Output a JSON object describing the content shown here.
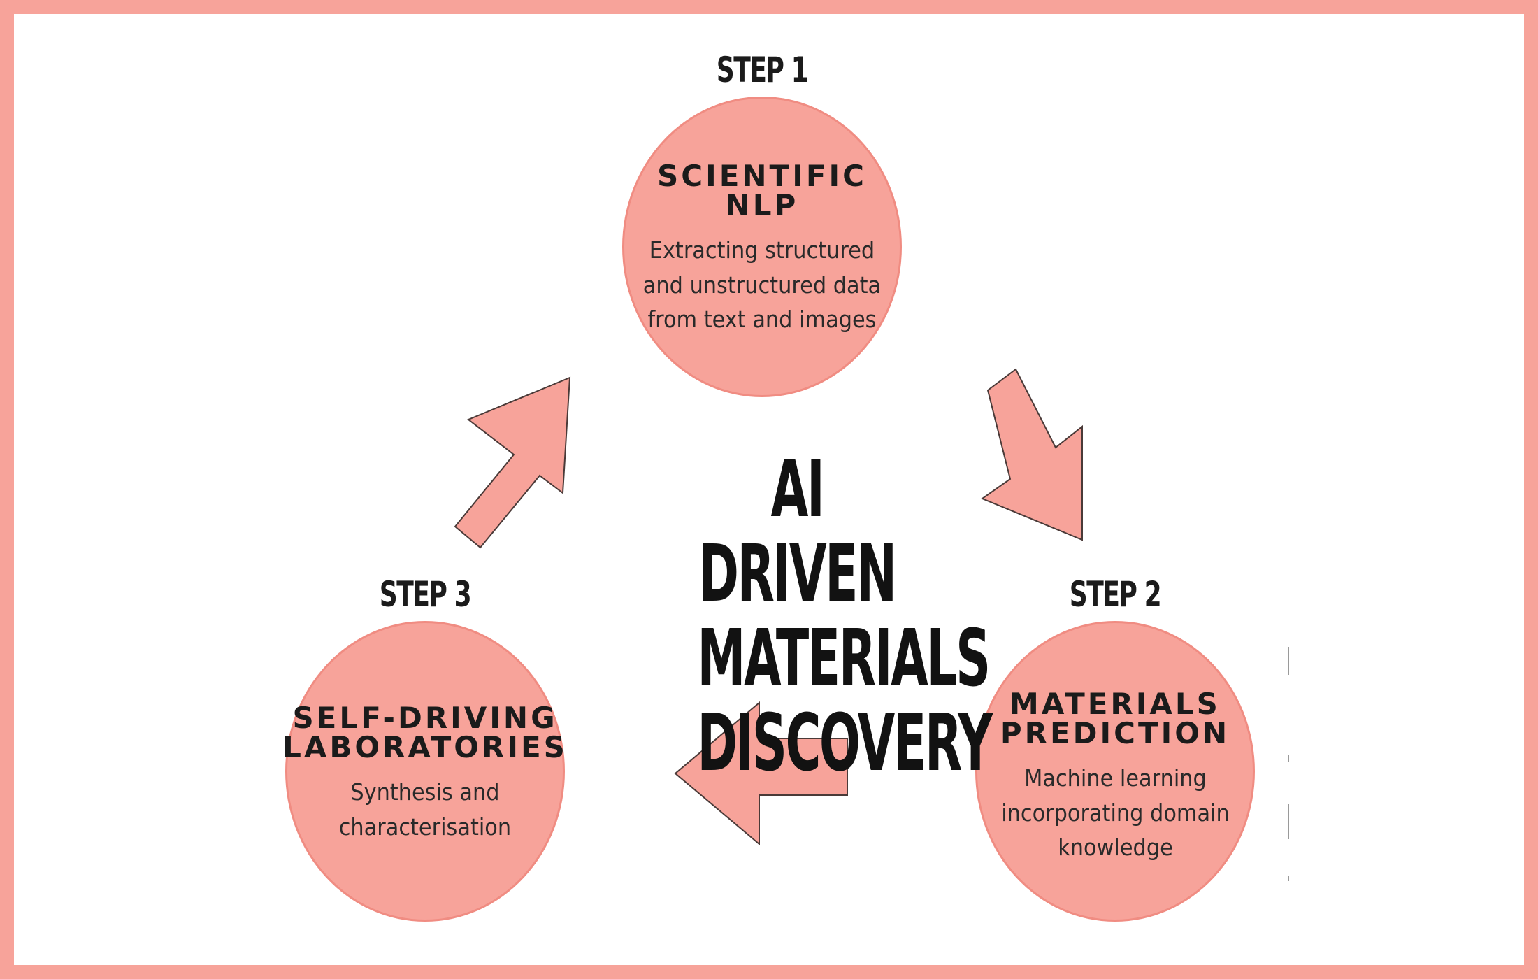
{
  "center": {
    "title": "AI DRIVEN\nMATERIALS\nDISCOVERY"
  },
  "steps": [
    {
      "label": "STEP 1",
      "title": "SCIENTIFIC\nNLP",
      "description": "Extracting structured\nand unstructured data\nfrom text and images"
    },
    {
      "label": "STEP 2",
      "title": "MATERIALS\nPREDICTION",
      "description": "Machine learning\nincorporating domain\nknowledge"
    },
    {
      "label": "STEP 3",
      "title": "SELF-DRIVING\nLABORATORIES",
      "description": "Synthesis and\ncharacterisation"
    }
  ],
  "colors": {
    "frame": "#f7a39a",
    "circle_fill": "#f7a39a",
    "arrow_fill": "#f7a39a",
    "text": "#1b1b1b"
  }
}
